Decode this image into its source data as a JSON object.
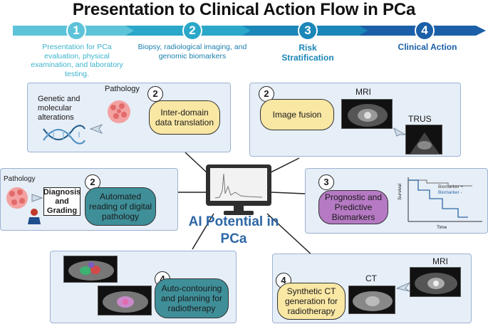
{
  "title": "Presentation to Clinical Action Flow in PCa",
  "flow": {
    "steps": [
      {
        "number": "1",
        "text": "Presentation for PCa evaluation, physical examination, and laboratory testing."
      },
      {
        "number": "2",
        "text": "Biopsy, radiological imaging, and genomic biomarkers"
      },
      {
        "number": "3",
        "text": "Risk Stratification"
      },
      {
        "number": "4",
        "text": "Clinical Action"
      }
    ]
  },
  "center": {
    "title_line1": "AI Potential in",
    "title_line2": "PCa"
  },
  "panels": {
    "inter_domain": {
      "step": "2",
      "bubble": "Inter-domain data translation",
      "genetic_label": "Genetic and molecular alterations",
      "pathology_label": "Pathology"
    },
    "image_fusion": {
      "step": "2",
      "bubble": "Image fusion",
      "mri_label": "MRI",
      "trus_label": "TRUS"
    },
    "digital_path": {
      "step": "2",
      "bubble": "Automated reading of digital pathology",
      "pathology_label": "Pathology",
      "box_label": "Diagnosis and Grading"
    },
    "prognostic": {
      "step": "3",
      "bubble": "Prognostic and Predictive Biomarkers",
      "y_label": "Survival",
      "x_label": "Time",
      "legend_plus": "Biomarker +",
      "legend_minus": "Biomarker -"
    },
    "autocontour": {
      "step": "4",
      "bubble": "Auto-contouring and planning for radiotherapy"
    },
    "synthetic_ct": {
      "step": "4",
      "bubble": "Synthetic CT generation for radiotherapy",
      "ct_label": "CT",
      "mri_label": "MRI"
    }
  },
  "colors": {
    "step1": "#5cc3d9",
    "step2": "#2aa7c9",
    "step3": "#1b86b8",
    "step4": "#1b5fa8",
    "panel_bg": "#e6eef7",
    "yellow": "#f9e7a4",
    "teal": "#3f8f99",
    "purple": "#b67ac4"
  }
}
